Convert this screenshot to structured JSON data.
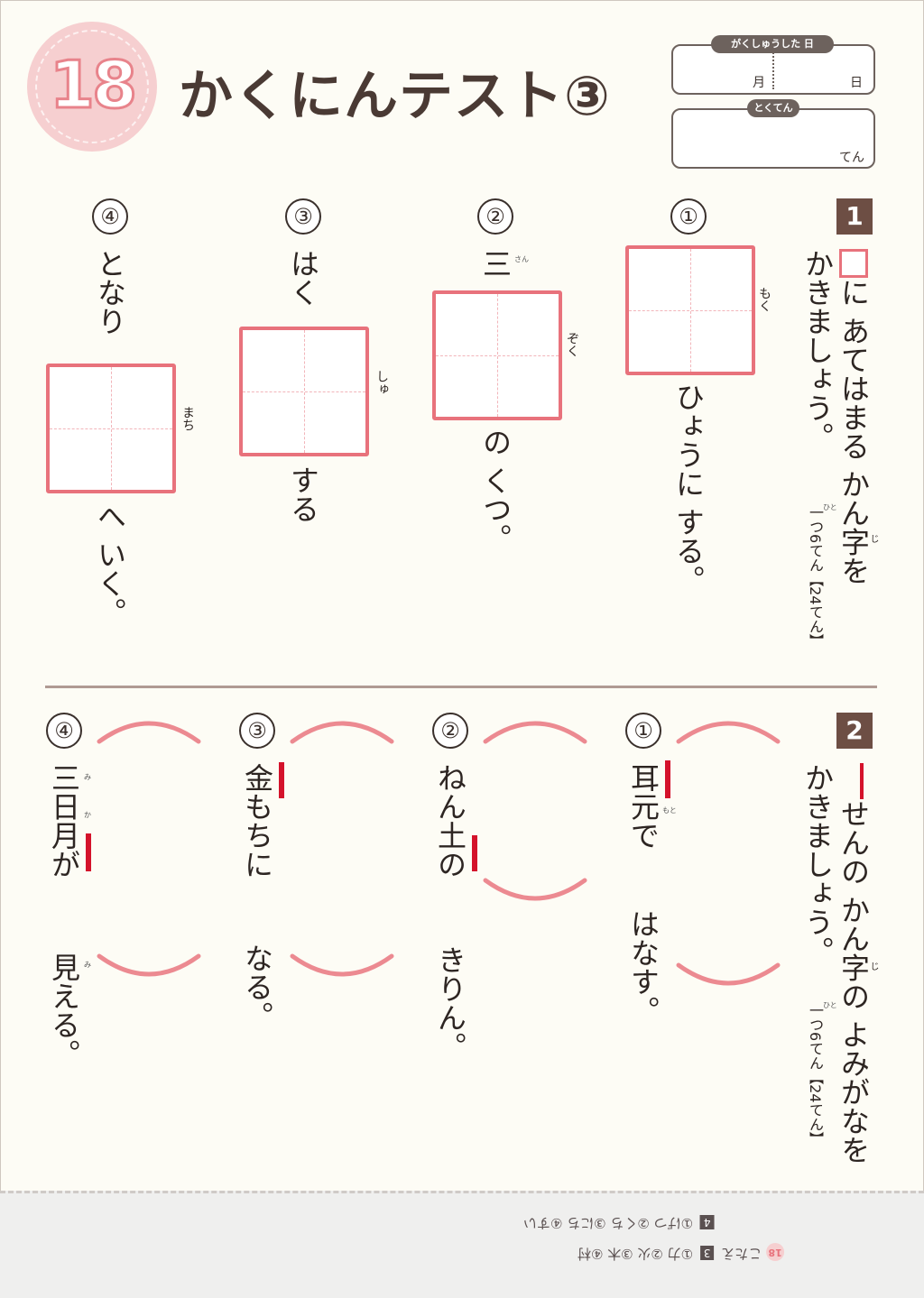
{
  "header": {
    "number": "18",
    "title": "かくにんテスト③",
    "date_label": "がくしゅうした 日",
    "month_label": "月",
    "day_label": "日",
    "score_label": "とくてん",
    "score_unit": "てん"
  },
  "section1": {
    "number": "1",
    "instruction_tail": "に あてはまる かん字を",
    "instruction_ruby": "じ",
    "instruction_line2": "かきましょう。",
    "points": "一つ6てん【24てん】",
    "points_ruby": "ひと",
    "questions": [
      {
        "label": "①",
        "ruby": "もく",
        "after": "ひょうに する。"
      },
      {
        "label": "②",
        "before": "三",
        "before_ruby": "さん",
        "ruby": "ぞく",
        "after": "の くつ。"
      },
      {
        "label": "③",
        "before": "はく",
        "ruby": "しゅ",
        "after": "する"
      },
      {
        "label": "④",
        "before": "となり",
        "ruby": "まち",
        "after": "へ いく。"
      }
    ]
  },
  "section2": {
    "number": "2",
    "instruction_head": "せんの かん字の よみがなを",
    "instruction_ruby": "じ",
    "instruction_line2": "かきましょう。",
    "points": "一つ6てん【24てん】",
    "points_ruby": "ひと",
    "questions": [
      {
        "label": "①",
        "text_a": "耳元で",
        "ruby_a": "もと",
        "text_b": "はなす。"
      },
      {
        "label": "②",
        "text_a": "ねん土の",
        "text_b": "きりん。"
      },
      {
        "label": "③",
        "text_a": "金もちに",
        "text_b": "なる。"
      },
      {
        "label": "④",
        "text_a": "三日月が",
        "ruby_mi": "み",
        "ruby_ka": "か",
        "text_b": "見える。",
        "ruby_b": "み"
      }
    ]
  },
  "footer": {
    "badge": "18",
    "label": "こたえ",
    "sec3": "3",
    "sec3_answers": "①力 ②火 ③木 ④村",
    "sec4": "4",
    "sec4_answers": "①げつ ②くち ③にち ④すい"
  }
}
